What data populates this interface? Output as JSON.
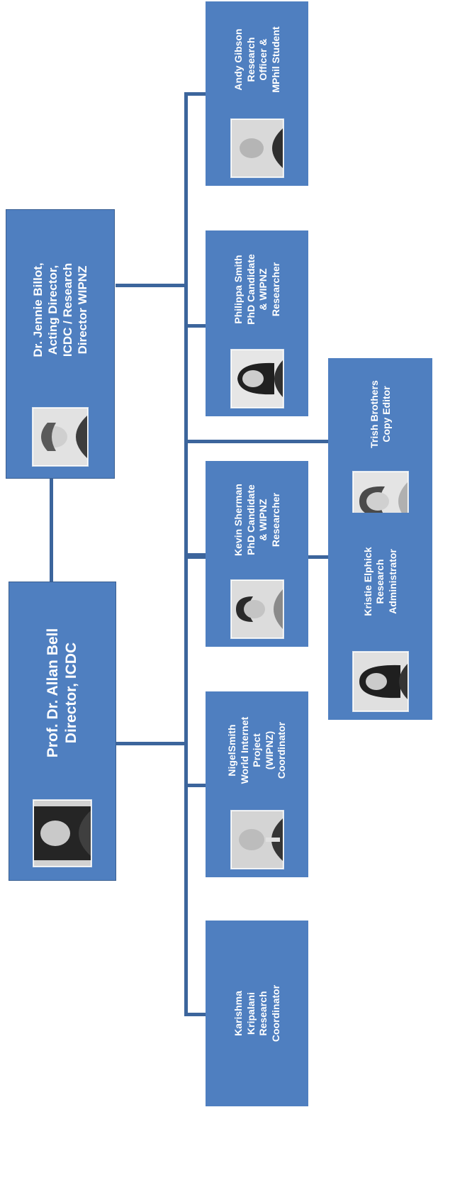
{
  "org_chart": {
    "director": {
      "name": "Prof. Dr. Allan Bell",
      "role": "Director, ICDC"
    },
    "acting_director": {
      "lines": [
        "Dr. Jennie Billot,",
        "Acting Director,",
        "ICDC / Research",
        "Director WIPNZ"
      ]
    },
    "staff": [
      {
        "id": "karishma",
        "lines": [
          "Karishma",
          "Kripalani",
          "Research",
          "Coordinator"
        ]
      },
      {
        "id": "nigel",
        "lines": [
          "NigelSmith",
          "World Internet",
          "Project",
          "(WIPNZ)",
          "Coordinator"
        ]
      },
      {
        "id": "kevin",
        "lines": [
          "Kevin Sherman",
          "PhD Candidate",
          "& WIPNZ",
          "Researcher"
        ]
      },
      {
        "id": "philippa",
        "lines": [
          "Philippa Smith",
          "PhD Candidate",
          "& WIPNZ",
          "Researcher"
        ]
      },
      {
        "id": "andy",
        "lines": [
          "Andy Gibson",
          "Research",
          "Officer &",
          "MPhil Student"
        ]
      },
      {
        "id": "kristie",
        "lines": [
          "Kristie Elphick",
          "Research",
          "Administrator"
        ]
      },
      {
        "id": "trish",
        "lines": [
          "Trish Brothers",
          "Copy Editor"
        ]
      }
    ]
  }
}
